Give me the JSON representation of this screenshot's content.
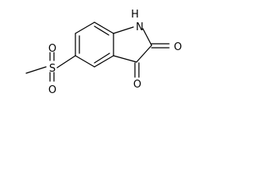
{
  "molecule": {
    "atoms": {
      "nitrogen_h": "H",
      "nitrogen": "N",
      "oxygen_c2": "O",
      "oxygen_c3": "O",
      "sulfur": "S",
      "sulfonyl_oxygen_top": "O",
      "sulfonyl_oxygen_bottom": "O"
    }
  }
}
